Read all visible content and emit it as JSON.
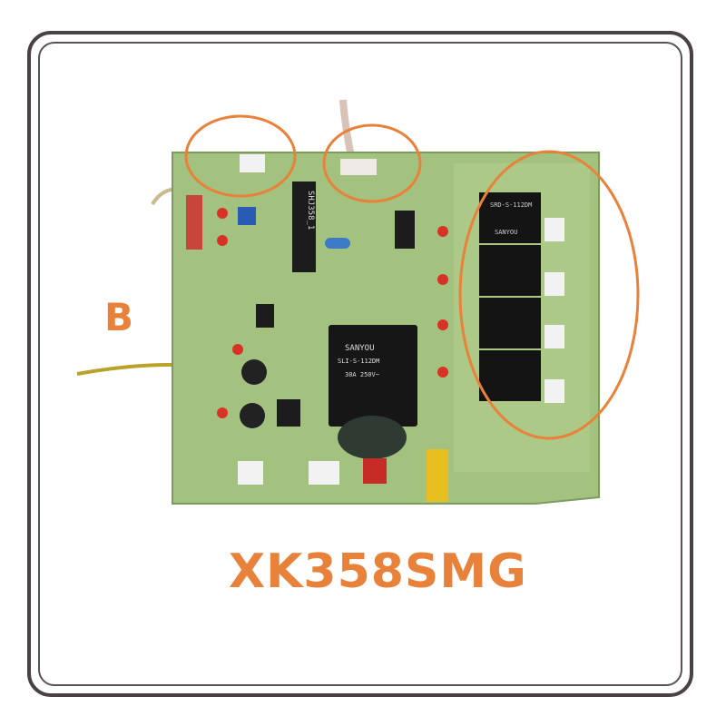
{
  "image": {
    "variant_label": "B",
    "model_label": "XK358SMG",
    "accent_color": "#e8823a",
    "board_color": "#9fbf7a",
    "components": {
      "ic_marking": "SHJ358_1",
      "main_relay_brand": "SANYOU",
      "main_relay_model": "SLI-S-112DM",
      "small_relay_model": "SRD-S-112DM",
      "small_relay_brand": "SANYOU",
      "main_relay_rating": "30A 250V~"
    },
    "highlights": [
      "top-left-connector",
      "top-wire-connector",
      "relay-bank"
    ]
  }
}
